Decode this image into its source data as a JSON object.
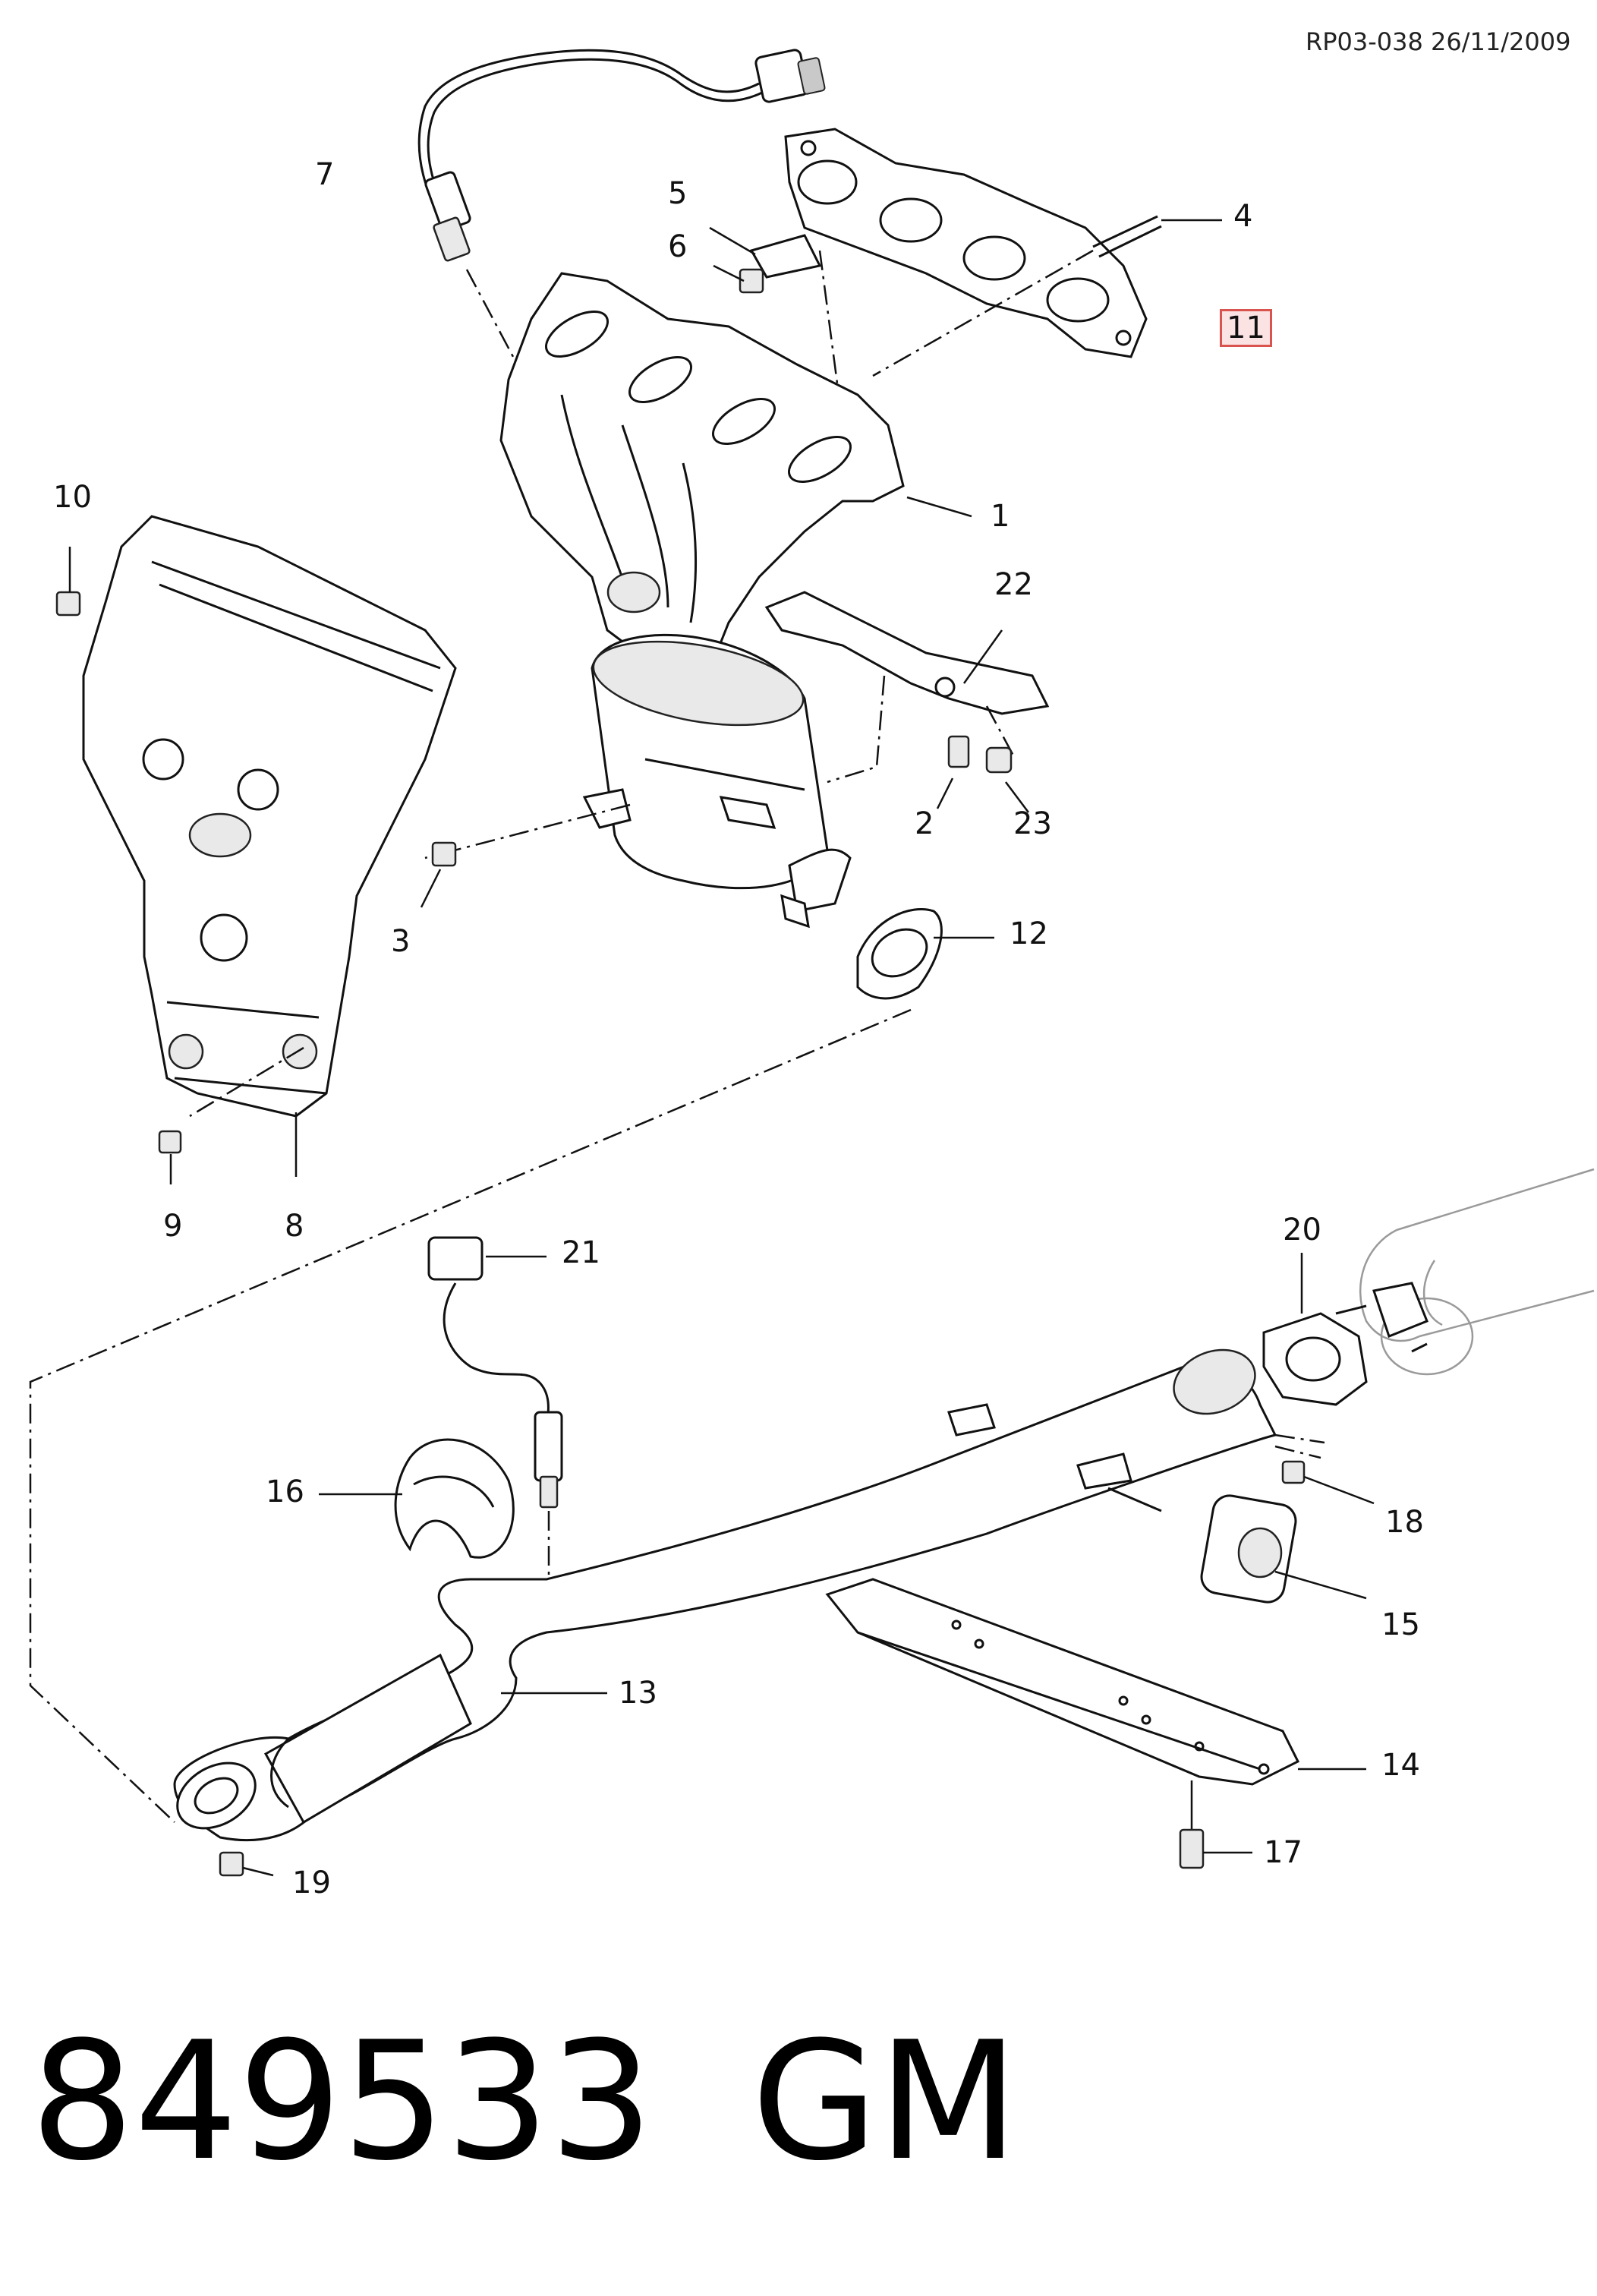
{
  "reference": "RP03-038 26/11/2009",
  "footer": {
    "part_number": "849533",
    "brand": "GM"
  },
  "callouts": [
    {
      "id": "1",
      "label": "1",
      "highlighted": false
    },
    {
      "id": "2",
      "label": "2",
      "highlighted": false
    },
    {
      "id": "3",
      "label": "3",
      "highlighted": false
    },
    {
      "id": "4",
      "label": "4",
      "highlighted": false
    },
    {
      "id": "5",
      "label": "5",
      "highlighted": false
    },
    {
      "id": "6",
      "label": "6",
      "highlighted": false
    },
    {
      "id": "7",
      "label": "7",
      "highlighted": false
    },
    {
      "id": "8",
      "label": "8",
      "highlighted": false
    },
    {
      "id": "9",
      "label": "9",
      "highlighted": false
    },
    {
      "id": "10",
      "label": "10",
      "highlighted": false
    },
    {
      "id": "11",
      "label": "11",
      "highlighted": true
    },
    {
      "id": "12",
      "label": "12",
      "highlighted": false
    },
    {
      "id": "13",
      "label": "13",
      "highlighted": false
    },
    {
      "id": "14",
      "label": "14",
      "highlighted": false
    },
    {
      "id": "15",
      "label": "15",
      "highlighted": false
    },
    {
      "id": "16",
      "label": "16",
      "highlighted": false
    },
    {
      "id": "17",
      "label": "17",
      "highlighted": false
    },
    {
      "id": "18",
      "label": "18",
      "highlighted": false
    },
    {
      "id": "19",
      "label": "19",
      "highlighted": false
    },
    {
      "id": "20",
      "label": "20",
      "highlighted": false
    },
    {
      "id": "21",
      "label": "21",
      "highlighted": false
    },
    {
      "id": "22",
      "label": "22",
      "highlighted": false
    },
    {
      "id": "23",
      "label": "23",
      "highlighted": false
    }
  ],
  "colors": {
    "highlight_border": "#d9534f",
    "highlight_fill": "#fbe3e3",
    "line": "#111111"
  }
}
